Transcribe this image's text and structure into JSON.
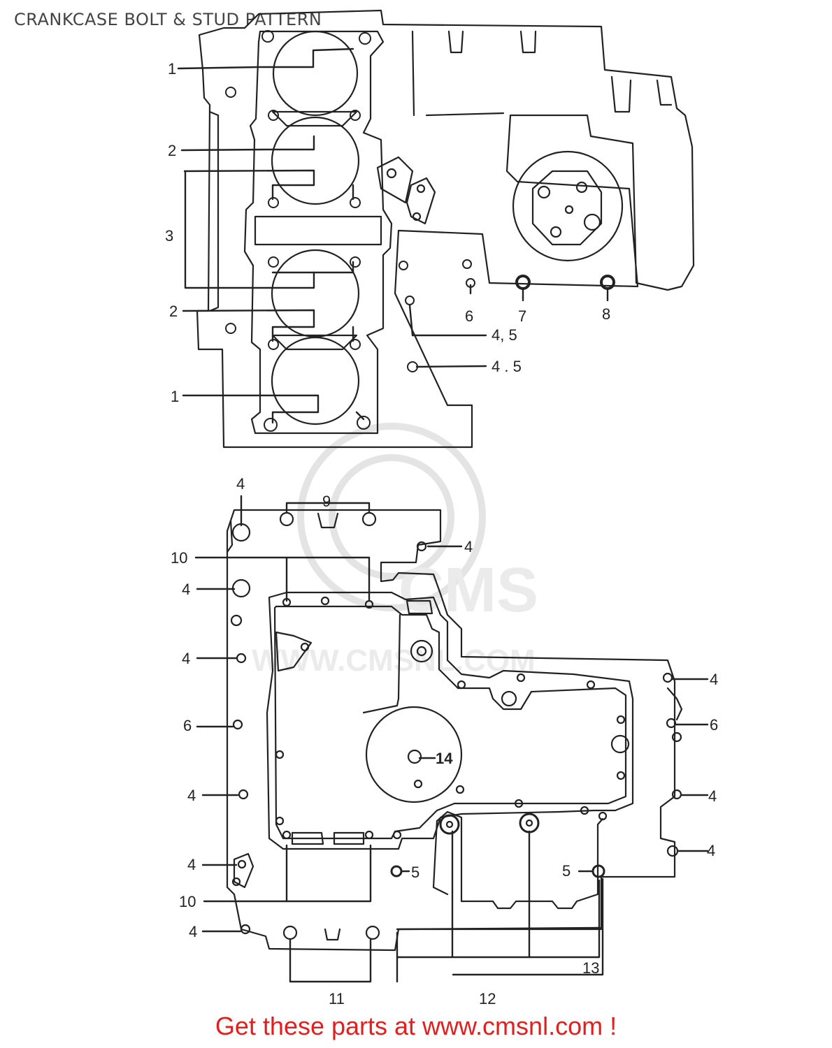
{
  "title": "CRANKCASE BOLT & STUD PATTERN",
  "watermark": {
    "text": "WWW.CMSNL.COM",
    "logo_text": "CMS"
  },
  "callouts": {
    "c1a": "1",
    "c2a": "2",
    "c3": "3",
    "c2b": "2",
    "c1b": "1",
    "c6a": "6",
    "c7": "7",
    "c8": "8",
    "c45a": "4, 5",
    "c45b": "4 . 5",
    "c4top": "4",
    "c9": "9",
    "c4r1": "4",
    "c10a": "10",
    "c4l1": "4",
    "c4l2": "4",
    "c6l": "6",
    "c4l3": "4",
    "c4l4": "4",
    "c10b": "10",
    "c4l5": "4",
    "c14": "14",
    "c4r2": "4",
    "c6r": "6",
    "c4r3": "4",
    "c4r4": "4",
    "c5a": "5",
    "c5b": "5",
    "c13": "13",
    "c11": "11",
    "c12": "12"
  },
  "footer": "Get these parts at www.cmsnl.com !",
  "colors": {
    "line": "#222222",
    "footer": "#e0201e",
    "watermark": "#d8d8d8"
  }
}
